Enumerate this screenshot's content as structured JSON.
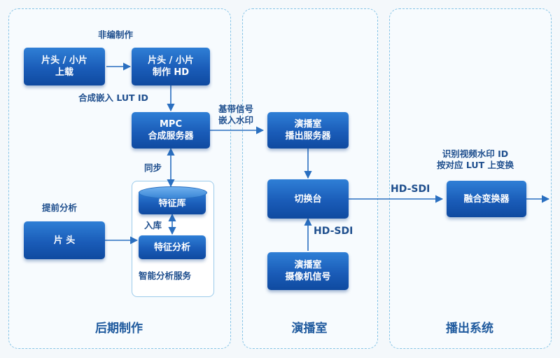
{
  "panels": {
    "post": {
      "title": "后期制作"
    },
    "studio": {
      "title": "演播室"
    },
    "broadcast": {
      "title": "播出系统"
    }
  },
  "boxes": {
    "titles_upload": "片头 / 小片\n上载",
    "titles_make": "片头 / 小片\n制作 HD",
    "mpc": "MPC\n合成服务器",
    "feature_db": "特征库",
    "titles": "片  头",
    "feature_analysis": "特征分析",
    "studio_playout": "演播室\n播出服务器",
    "switcher": "切换台",
    "studio_camera": "演播室\n摄像机信号",
    "fusion": "融合变换器"
  },
  "labels": {
    "nonlinear": "非编制作",
    "embed_lut": "合成嵌入 LUT ID",
    "sync": "同步",
    "pre_analysis": "提前分析",
    "storage": "入库",
    "smart_service": "智能分析服务",
    "baseband": "基带信号\n嵌入水印",
    "hd_sdi_up": "HD-SDI",
    "hd_sdi_right": "HD-SDI",
    "recognize": "识别视频水印 ID\n按对应 LUT 上变换"
  },
  "colors": {
    "box": "#1a5cb8",
    "arrow": "#2a6fc0",
    "panel_border": "#86c4e6",
    "title_text": "#1f5a9e"
  }
}
